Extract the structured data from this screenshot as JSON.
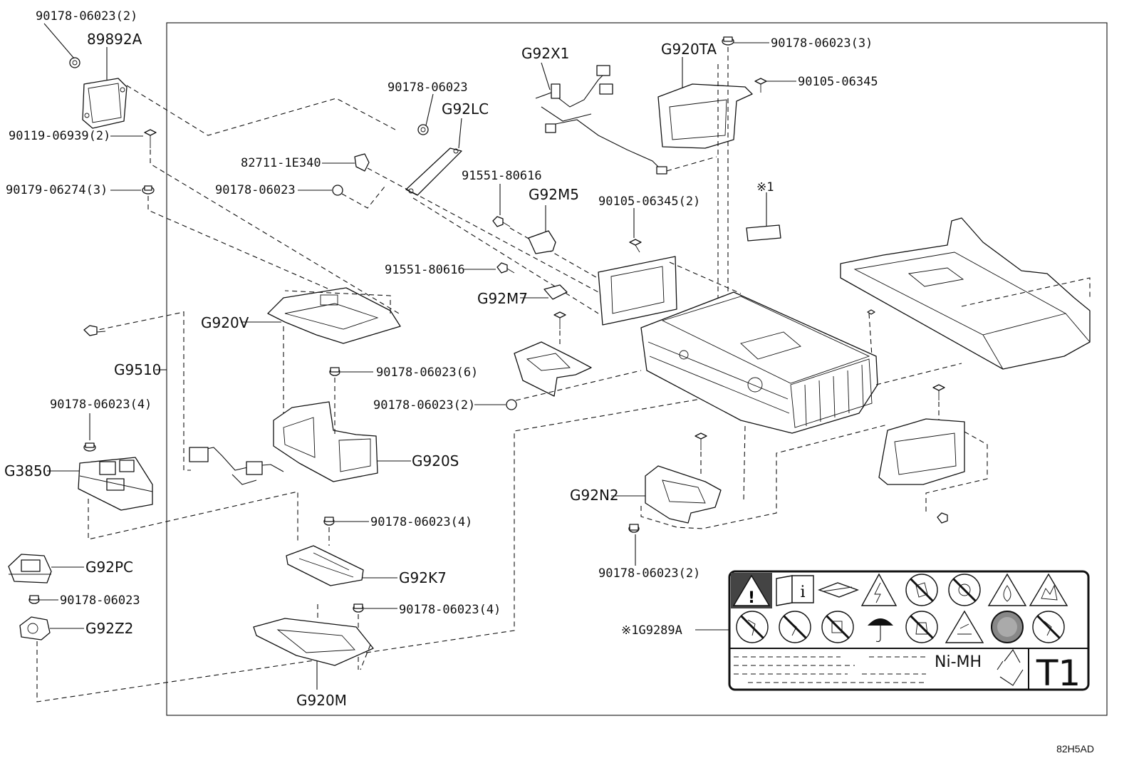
{
  "diagram_code": "82H5AD",
  "callouts": {
    "c01": "90178-06023(2)",
    "c02": "89892A",
    "c03": "90119-06939(2)",
    "c04": "90179-06274(3)",
    "c05": "90178-06023",
    "c06": "G92LC",
    "c07": "82711-1E340",
    "c08": "90178-06023",
    "c09": "G92X1",
    "c10": "91551-80616",
    "c11": "G92M5",
    "c12": "91551-80616",
    "c13": "G92M7",
    "c14": "G920TA",
    "c15": "90178-06023(3)",
    "c16": "90105-06345",
    "c17": "90105-06345(2)",
    "c18": "※1",
    "c19": "G920V",
    "c20": "G9510",
    "c21": "90178-06023(6)",
    "c22": "90178-06023(2)",
    "c23": "90178-06023(4)",
    "c24": "G3850",
    "c25": "G920S",
    "c26": "90178-06023(4)",
    "c27": "G92K7",
    "c28": "G92PC",
    "c29": "90178-06023",
    "c30": "G92Z2",
    "c31": "90178-06023(4)",
    "c32": "G920M",
    "c33": "G92N2",
    "c34": "90178-06023(2)",
    "c35": "※1G9289A"
  },
  "label_plate": {
    "chemistry": "Ni-MH",
    "code": "T1"
  },
  "icons": {
    "row1": [
      "warning-icon",
      "read-manual-icon",
      "open-book-icon",
      "high-voltage-icon",
      "no-touch-icon",
      "no-disassembly-icon",
      "flammable-icon",
      "explosive-icon"
    ],
    "row2": [
      "no-step-icon",
      "no-short-circuit-icon",
      "no-sit-icon",
      "keep-dry-icon",
      "no-water-icon",
      "corrosive-icon",
      "no-fire-icon",
      "no-drop-icon"
    ],
    "recycle": "recycle-icon"
  }
}
